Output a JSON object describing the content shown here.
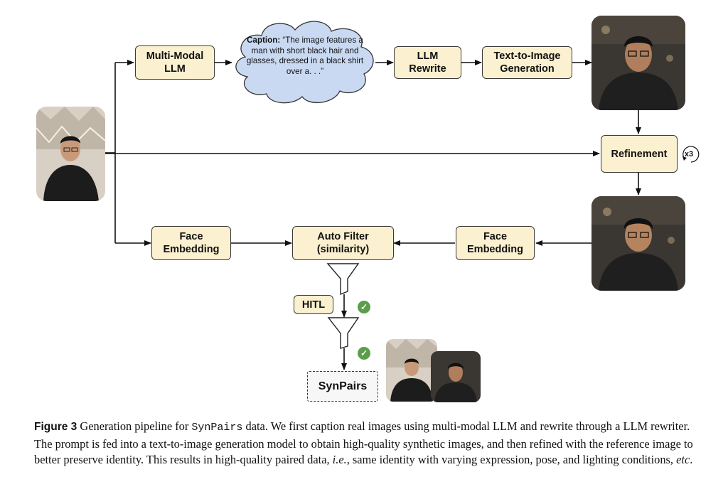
{
  "nodes": {
    "mllm": "Multi-Modal\nLLM",
    "llm_rewrite": "LLM\nRewrite",
    "t2i": "Text-to-Image\nGeneration",
    "refinement": "Refinement",
    "refinement_repeat": "x3",
    "face_emb_left": "Face\nEmbedding",
    "auto_filter": "Auto Filter\n(similarity)",
    "face_emb_right": "Face\nEmbedding",
    "hitl": "HITL",
    "synpairs": "SynPairs"
  },
  "cloud": {
    "label": "Caption:",
    "text": " “The image features a man with short black hair and glasses, dressed in a black shirt over a. . .”"
  },
  "figure_caption": {
    "label": "Figure 3",
    "t1": " Generation pipeline for ",
    "code": "SynPairs",
    "t2": " data. We first caption real images using multi-modal LLM and rewrite through a LLM rewriter. The prompt is fed into a text-to-image generation model to obtain high-quality synthetic images, and then refined with the reference image to better preserve identity. This results in high-quality paired data, ",
    "ie": "i.e.",
    "t3": ", same identity with varying expression, pose, and lighting conditions, ",
    "etc": "etc",
    "t4": "."
  },
  "colors": {
    "box_fill": "#fbf0cf",
    "check": "#5a9e4a",
    "cloud_fill": "#c9d9f2"
  }
}
